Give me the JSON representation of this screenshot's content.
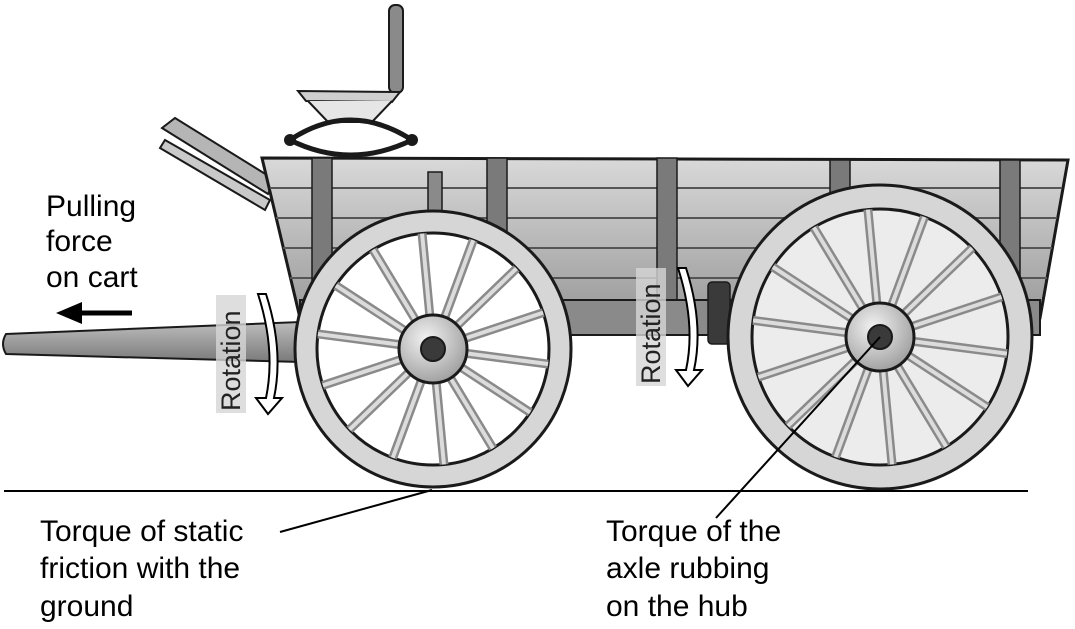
{
  "labels": {
    "pulling_line1": "Pulling",
    "pulling_line2": "force",
    "pulling_line3": "on cart",
    "rotation_left": "Rotation",
    "rotation_right": "Rotation",
    "static_line1": "Torque of static",
    "static_line2": "friction with the",
    "static_line3": "ground",
    "axle_line1": "Torque of the",
    "axle_line2": "axle rubbing",
    "axle_line3": "on the hub"
  },
  "colors": {
    "body_gray": "#a8a8a8",
    "body_light": "#cfcfcf",
    "body_dark": "#6e6e6e",
    "outline": "#1a1a1a",
    "wheel_rim": "#d6d6d6"
  }
}
